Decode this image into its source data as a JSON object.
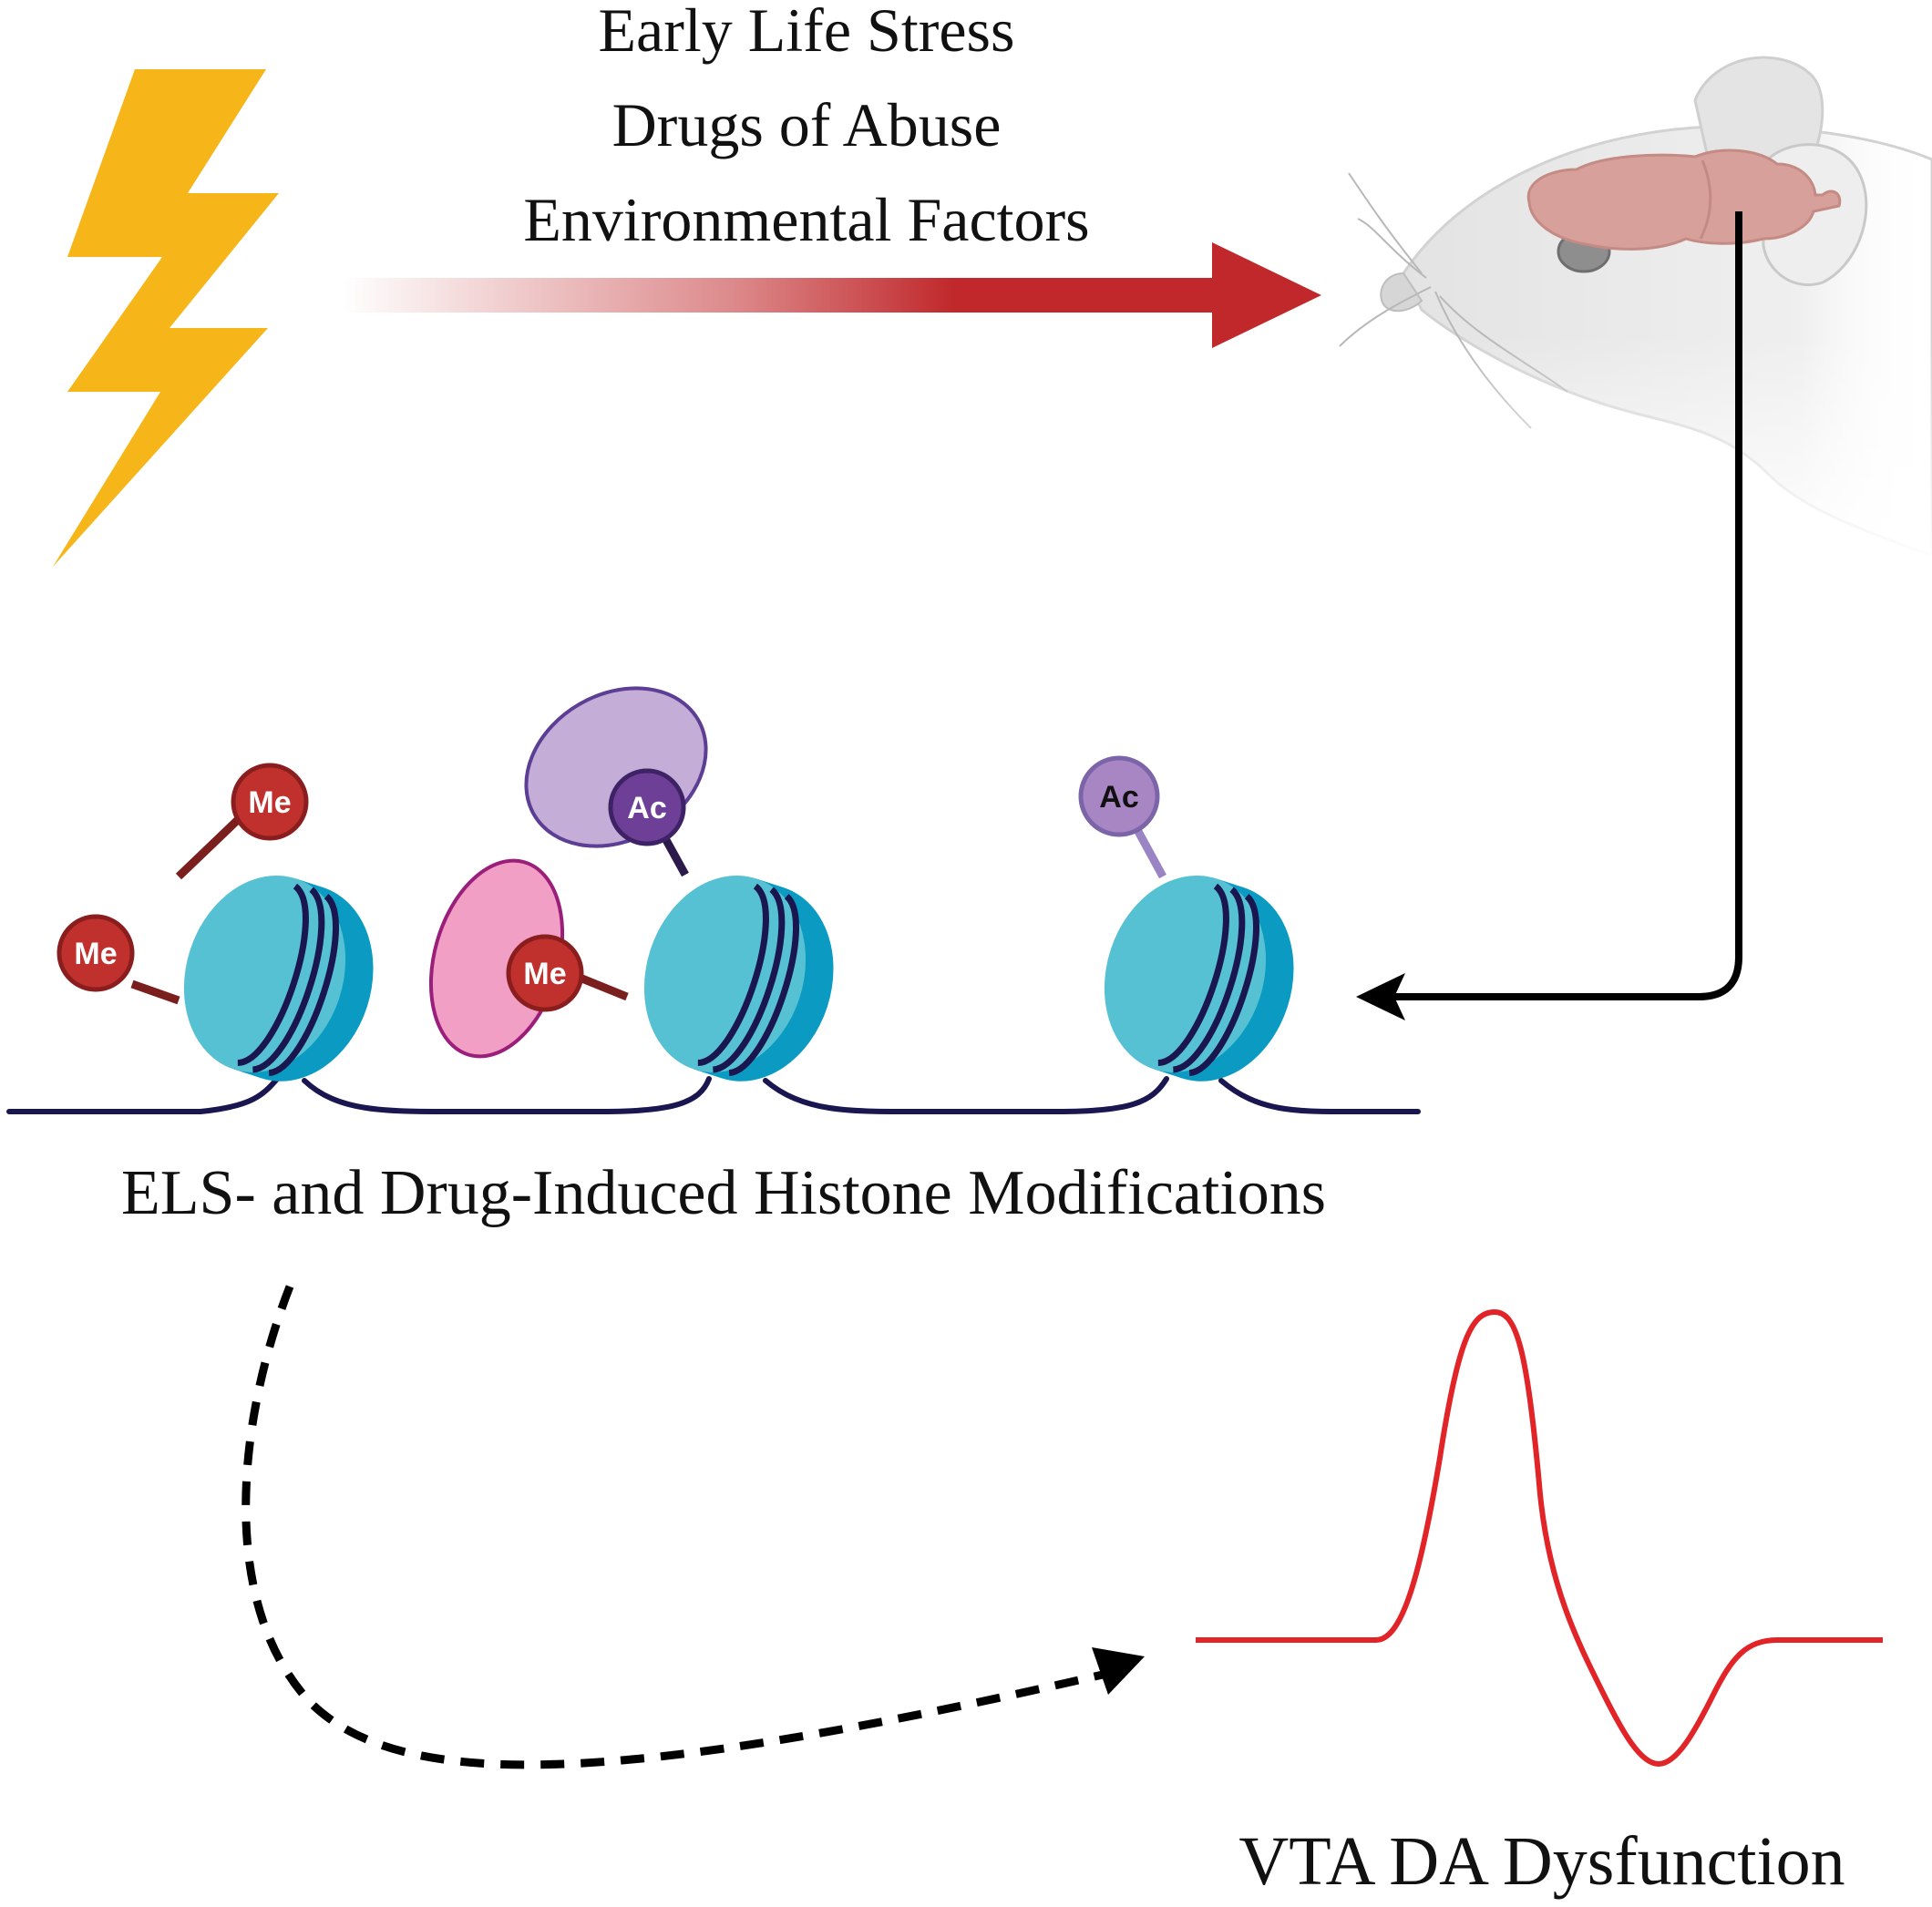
{
  "causes": {
    "line1": "Early Life Stress",
    "line2": "Drugs of Abuse",
    "line3": "Environmental Factors"
  },
  "histone_label": "ELS- and Drug-Induced Histone Modifications",
  "outcome_label": "VTA DA Dysfunction",
  "marks": {
    "methyl": "Me",
    "acetyl": "Ac"
  },
  "colors": {
    "lightning": "#F6B519",
    "arrow_red": "#C0282B",
    "nucleosome_light": "#56C1D3",
    "nucleosome_dark": "#0B9BC2",
    "dna": "#1A1650",
    "methyl": "#C0312E",
    "acetyl_dark": "#6E3F97",
    "acetyl_light": "#A886C4",
    "writer_pink": "#F29FC6",
    "writer_purple": "#C4ADD6",
    "trace": "#E02428",
    "mouse": "#E6E6E6",
    "brain": "#D8A09A"
  },
  "icons": [
    "lightning-icon",
    "mouse-icon",
    "brain-icon",
    "nucleosome-icon",
    "action-potential-icon"
  ]
}
